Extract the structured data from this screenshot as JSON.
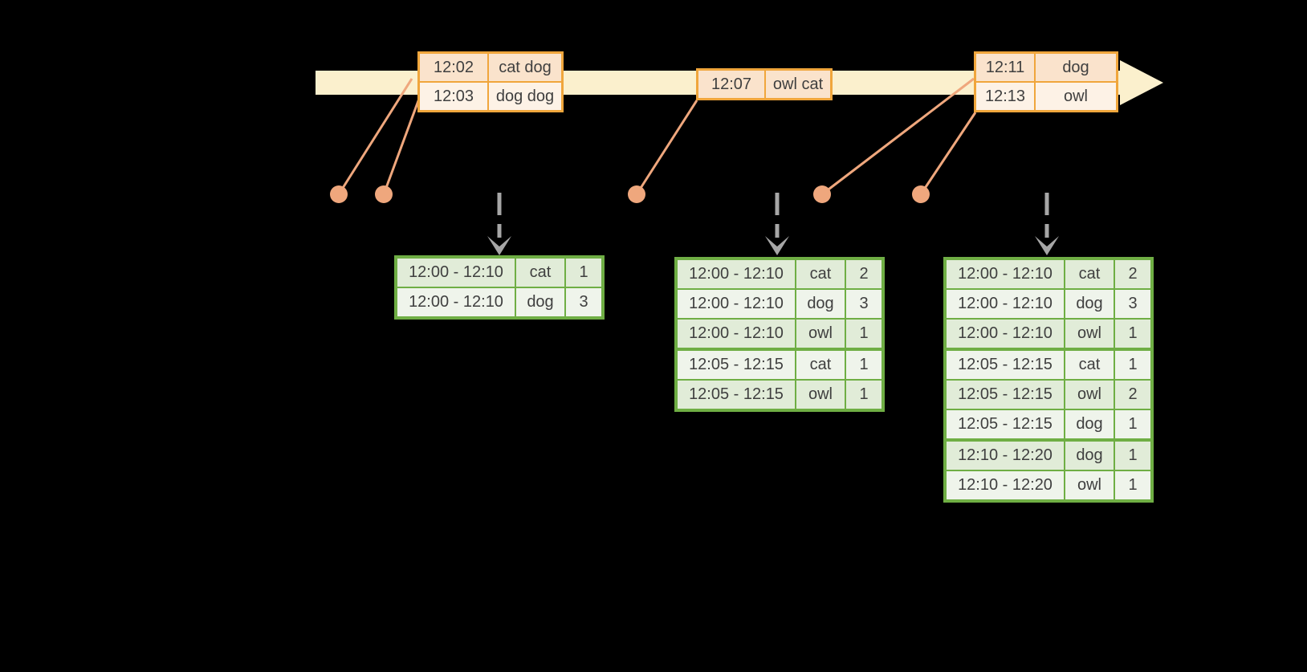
{
  "diagram": {
    "description": "streaming windowed word-count timeline diagram",
    "timeline_icon": "right-arrow",
    "trigger_icon": "dashed-down-arrow"
  },
  "colors": {
    "background": "#000000",
    "timeline_fill": "#FBF0CD",
    "event_border": "#F0A63C",
    "event_row_fill": "#FAE3CC",
    "event_row_fill_alt": "#FDF2E6",
    "connector": "#EFA77D",
    "result_border": "#6FAE44",
    "result_row_fill": "#E1ECD8",
    "result_row_fill_alt": "#EFF4EB",
    "trigger_arrow": "#A6A6A6",
    "text": "#3F3F3F"
  },
  "event_tables": [
    {
      "name": "events-batch-1",
      "rows": [
        {
          "time": "12:02",
          "words": "cat dog"
        },
        {
          "time": "12:03",
          "words": "dog dog"
        }
      ]
    },
    {
      "name": "events-batch-2",
      "rows": [
        {
          "time": "12:07",
          "words": "owl cat"
        }
      ]
    },
    {
      "name": "events-batch-3",
      "rows": [
        {
          "time": "12:11",
          "words": "dog"
        },
        {
          "time": "12:13",
          "words": "owl"
        }
      ]
    }
  ],
  "result_tables": [
    {
      "name": "counts-after-trigger-1",
      "rows": [
        {
          "window": "12:00 - 12:10",
          "word": "cat",
          "count": "1"
        },
        {
          "window": "12:00 - 12:10",
          "word": "dog",
          "count": "3"
        }
      ]
    },
    {
      "name": "counts-after-trigger-2",
      "rows": [
        {
          "window": "12:00 - 12:10",
          "word": "cat",
          "count": "2"
        },
        {
          "window": "12:00 - 12:10",
          "word": "dog",
          "count": "3"
        },
        {
          "window": "12:00 - 12:10",
          "word": "owl",
          "count": "1"
        },
        {
          "window": "12:05 - 12:15",
          "word": "cat",
          "count": "1"
        },
        {
          "window": "12:05 - 12:15",
          "word": "owl",
          "count": "1"
        }
      ]
    },
    {
      "name": "counts-after-trigger-3",
      "rows": [
        {
          "window": "12:00 - 12:10",
          "word": "cat",
          "count": "2"
        },
        {
          "window": "12:00 - 12:10",
          "word": "dog",
          "count": "3"
        },
        {
          "window": "12:00 - 12:10",
          "word": "owl",
          "count": "1"
        },
        {
          "window": "12:05 - 12:15",
          "word": "cat",
          "count": "1"
        },
        {
          "window": "12:05 - 12:15",
          "word": "owl",
          "count": "2"
        },
        {
          "window": "12:05 - 12:15",
          "word": "dog",
          "count": "1"
        },
        {
          "window": "12:10 - 12:20",
          "word": "dog",
          "count": "1"
        },
        {
          "window": "12:10 - 12:20",
          "word": "owl",
          "count": "1"
        }
      ]
    }
  ]
}
